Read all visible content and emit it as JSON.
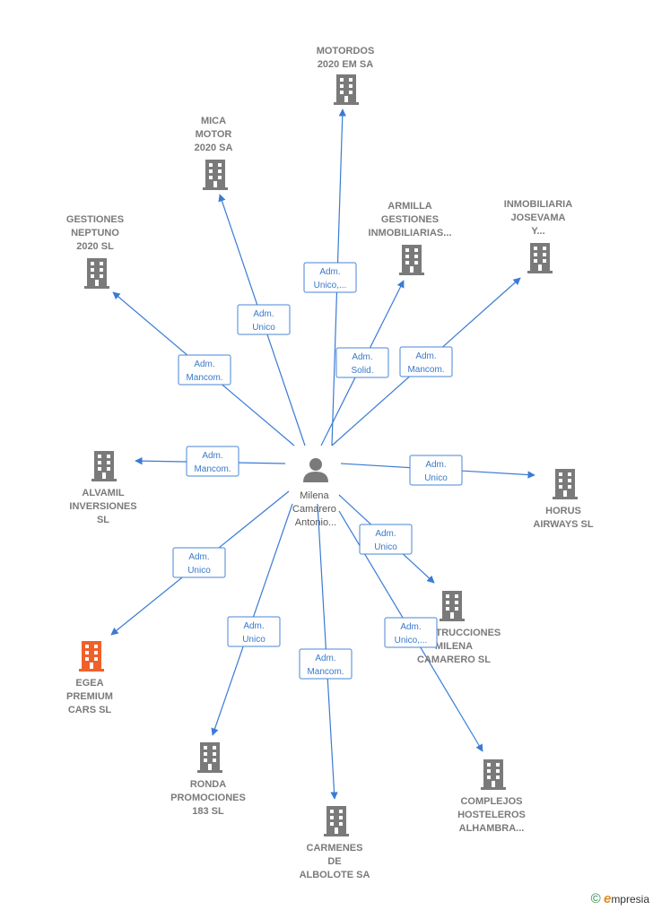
{
  "center": {
    "name_lines": [
      "Milena",
      "Camarero",
      "Antonio..."
    ],
    "icon": "person-icon"
  },
  "colors": {
    "edge": "#3a7bd5",
    "building": "#7a7a7a",
    "building_highlight": "#f0602a",
    "label": "#7a7a7a",
    "role_text": "#3a79c8"
  },
  "nodes": [
    {
      "id": "motordos",
      "name_lines": [
        "MOTORDOS",
        "2020 EM SA"
      ],
      "role_lines": [
        "Adm.",
        "Unico,..."
      ],
      "highlight": false
    },
    {
      "id": "mica",
      "name_lines": [
        "MICA",
        "MOTOR",
        "2020 SA"
      ],
      "role_lines": [
        "Adm.",
        "Unico"
      ],
      "highlight": false
    },
    {
      "id": "gestiones-neptuno",
      "name_lines": [
        "GESTIONES",
        "NEPTUNO",
        "2020  SL"
      ],
      "role_lines": [
        "Adm.",
        "Mancom."
      ],
      "highlight": false
    },
    {
      "id": "armilla",
      "name_lines": [
        "ARMILLA",
        "GESTIONES",
        "INMOBILIARIAS..."
      ],
      "role_lines": [
        "Adm.",
        "Solid."
      ],
      "highlight": false
    },
    {
      "id": "josevama",
      "name_lines": [
        "INMOBILIARIA",
        "JOSEVAMA",
        "Y..."
      ],
      "role_lines": [
        "Adm.",
        "Mancom."
      ],
      "highlight": false
    },
    {
      "id": "alvamil",
      "name_lines": [
        "ALVAMIL",
        "INVERSIONES",
        "SL"
      ],
      "role_lines": [
        "Adm.",
        "Mancom."
      ],
      "highlight": false
    },
    {
      "id": "horus",
      "name_lines": [
        "HORUS",
        "AIRWAYS SL"
      ],
      "role_lines": [
        "Adm.",
        "Unico"
      ],
      "highlight": false
    },
    {
      "id": "egea",
      "name_lines": [
        "EGEA",
        "PREMIUM",
        "CARS  SL"
      ],
      "role_lines": [
        "Adm.",
        "Unico"
      ],
      "highlight": true
    },
    {
      "id": "construcciones",
      "name_lines": [
        "CONSTRUCCIONES",
        "MILENA",
        "CAMARERO SL"
      ],
      "role_lines": [
        "Adm.",
        "Unico"
      ],
      "highlight": false
    },
    {
      "id": "ronda",
      "name_lines": [
        "RONDA",
        "PROMOCIONES",
        "183  SL"
      ],
      "role_lines": [
        "Adm.",
        "Unico"
      ],
      "highlight": false
    },
    {
      "id": "carmenes",
      "name_lines": [
        "CARMENES",
        "DE",
        "ALBOLOTE SA"
      ],
      "role_lines": [
        "Adm.",
        "Mancom."
      ],
      "highlight": false
    },
    {
      "id": "complejos",
      "name_lines": [
        "COMPLEJOS",
        "HOSTELEROS",
        "ALHAMBRA..."
      ],
      "role_lines": [
        "Adm.",
        "Unico,..."
      ],
      "highlight": false
    }
  ],
  "brand": {
    "copyright_symbol": "©",
    "initial": "e",
    "rest": "mpresia"
  }
}
